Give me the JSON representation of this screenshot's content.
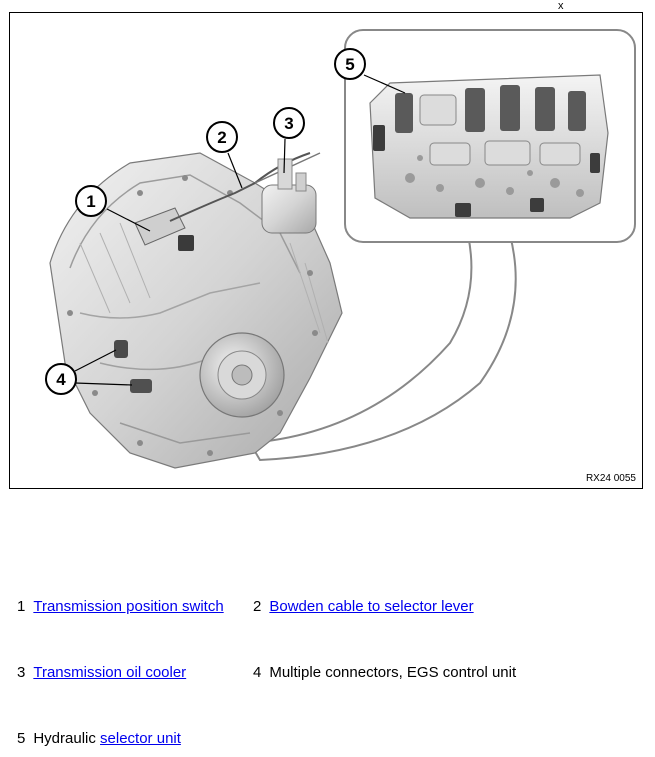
{
  "figure": {
    "code": "RX24 0055",
    "callouts": [
      "1",
      "2",
      "3",
      "4",
      "5"
    ]
  },
  "legend": [
    {
      "num": "1",
      "prefix": "",
      "link": "Transmission position switch",
      "suffix": ""
    },
    {
      "num": "2",
      "prefix": "",
      "link": "Bowden cable to selector lever",
      "suffix": ""
    },
    {
      "num": "3",
      "prefix": "",
      "link": "Transmission oil cooler",
      "suffix": ""
    },
    {
      "num": "4",
      "prefix": "Multiple connectors, EGS control unit",
      "link": "",
      "suffix": ""
    },
    {
      "num": "5",
      "prefix": "Hydraulic ",
      "link": "selector unit",
      "suffix": ""
    }
  ],
  "colors": {
    "link": "#0000ee",
    "metal_light": "#e6e6e6",
    "metal_mid": "#bdbdbd",
    "metal_dark": "#6a6a6a"
  }
}
